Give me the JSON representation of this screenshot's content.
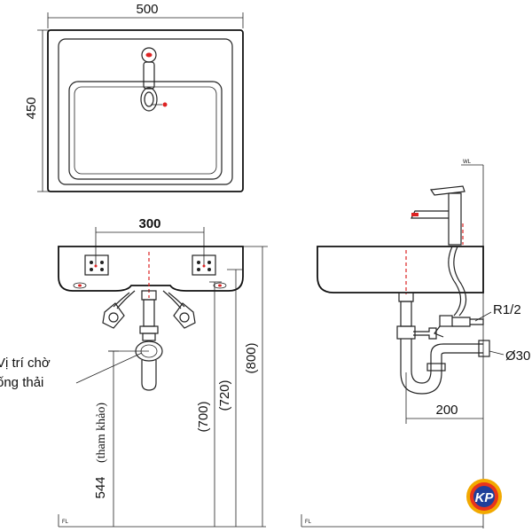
{
  "top_view": {
    "width_dim": "500",
    "height_dim": "450"
  },
  "front_view": {
    "bracket_spacing_dim": "300",
    "drain_note_line1": "Vị trí chờ",
    "drain_note_line2": "ống thải",
    "drain_height_dim": "544",
    "drain_height_note": "(tham khảo)",
    "dim_700": "(700)",
    "dim_720": "(720)",
    "dim_800": "(800)",
    "floor_label_left": "FL"
  },
  "side_view": {
    "wall_label": "WL",
    "inlet_label": "R1/2",
    "outlet_label": "Ø30",
    "depth_dim": "200",
    "floor_label": "FL"
  },
  "logo": {
    "text": "KP",
    "colors": {
      "outer": "#f2a900",
      "ring": "#e8341c",
      "inner": "#1f3f9a",
      "letters": "#ffffff"
    }
  }
}
